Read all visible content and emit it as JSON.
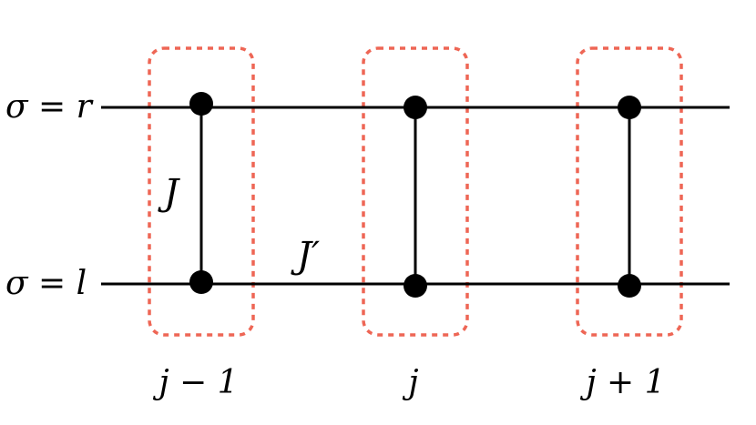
{
  "labels": {
    "row_top": "σ = r",
    "row_bottom": "σ = l",
    "rung_coupling": "J",
    "leg_coupling": "J′"
  },
  "sites": [
    {
      "label": "j − 1"
    },
    {
      "label": "j"
    },
    {
      "label": "j + 1"
    }
  ],
  "colors": {
    "lines": "#000000",
    "nodes": "#000000",
    "unit_cell_outline": "#ee6655"
  }
}
